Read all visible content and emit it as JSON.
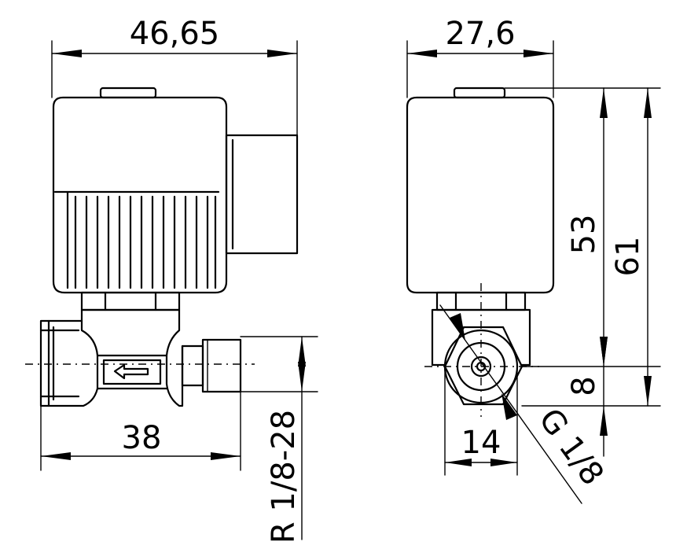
{
  "dimensions": {
    "total_width_left": "46,65",
    "width_right": "27,6",
    "coil_height": "53",
    "total_height": "61",
    "port_offset": "8",
    "body_length": "38",
    "thread_right": "R 1/8-28",
    "hex_width": "14",
    "port_thread": "G 1/8"
  },
  "symbols": {
    "flow_arrow": "flow-direction-arrow"
  }
}
